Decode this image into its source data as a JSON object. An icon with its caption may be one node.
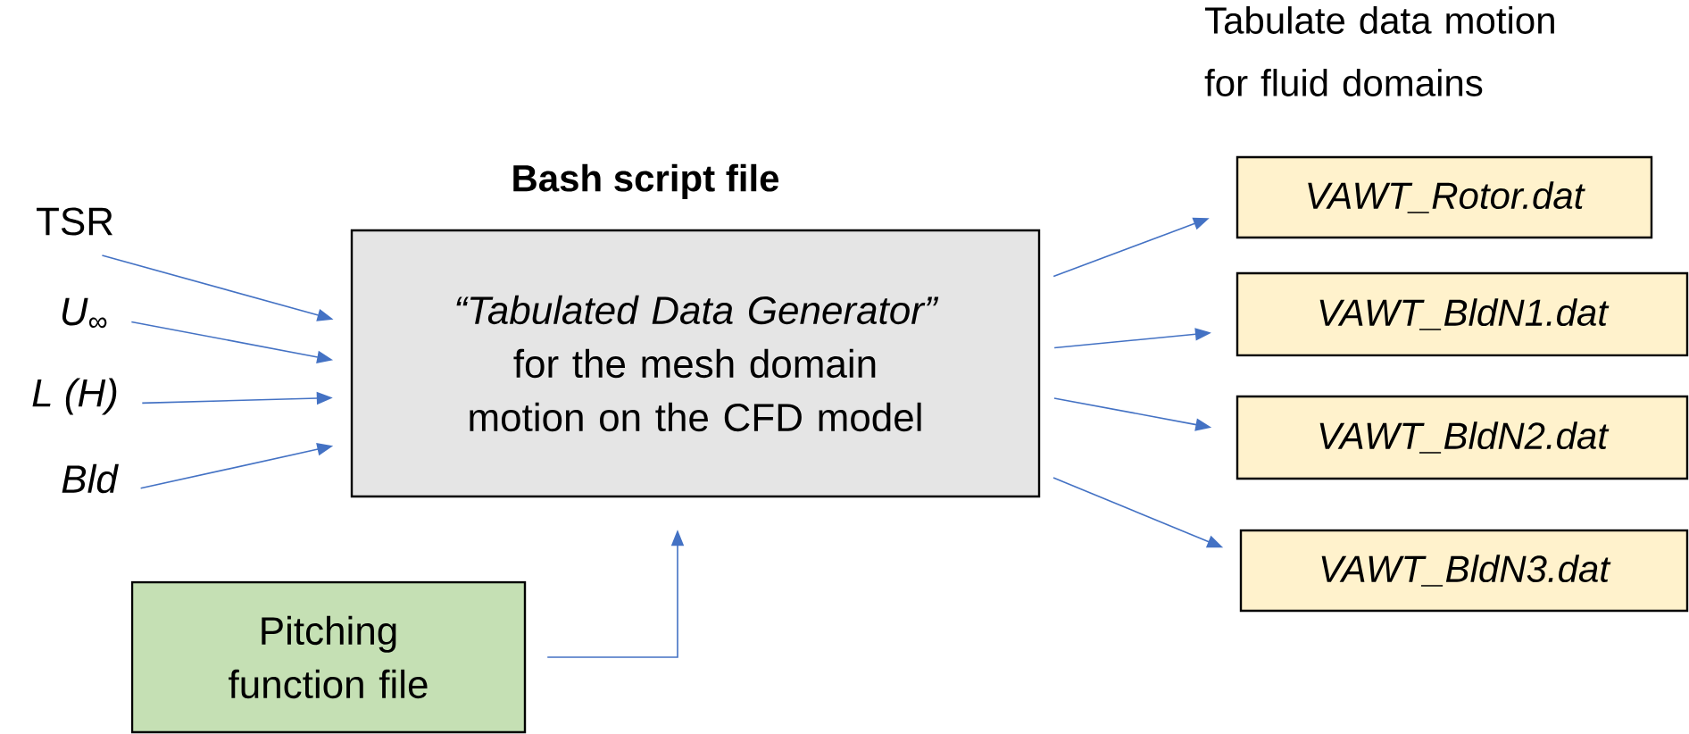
{
  "diagram": {
    "nodes": [
      {
        "text": [
          "TSR"
        ]
      },
      {
        "text": [
          "U$_{∞}$"
        ]
      },
      {
        "text": [
          "L (H)"
        ]
      },
      {
        "text": [
          "Bld"
        ]
      },
      {
        "text": [
          "Bash script file",
          "*“Tabulated Data Generator”* for the mesh domain motion on the CFD model"
        ]
      },
      {
        "text": [
          "Pitching function file"
        ]
      },
      {
        "text": [
          "VAWT_Rotor.dat"
        ]
      },
      {
        "text": [
          "VAWT_BldN1.dat"
        ]
      },
      {
        "text": [
          "VAWT_BldN2.dat"
        ]
      },
      {
        "text": [
          "VAWT_BldN3.dat"
        ]
      }
    ],
    "edges": [
      {
        "from": 0,
        "to": 4,
        "arrow": "to"
      },
      {
        "from": 1,
        "to": 4,
        "arrow": "to"
      },
      {
        "from": 2,
        "to": 4,
        "arrow": "to"
      },
      {
        "from": 3,
        "to": 4,
        "arrow": "to"
      },
      {
        "from": 5,
        "to": 4,
        "arrow": "to"
      },
      {
        "from": 4,
        "to": 6,
        "arrow": "to"
      },
      {
        "from": 4,
        "to": 7,
        "arrow": "to"
      },
      {
        "from": 4,
        "to": 8,
        "arrow": "to"
      },
      {
        "from": 4,
        "to": 9,
        "arrow": "to"
      }
    ],
    "labels": [
      "Tabulate data motion for fluid domains"
    ]
  }
}
